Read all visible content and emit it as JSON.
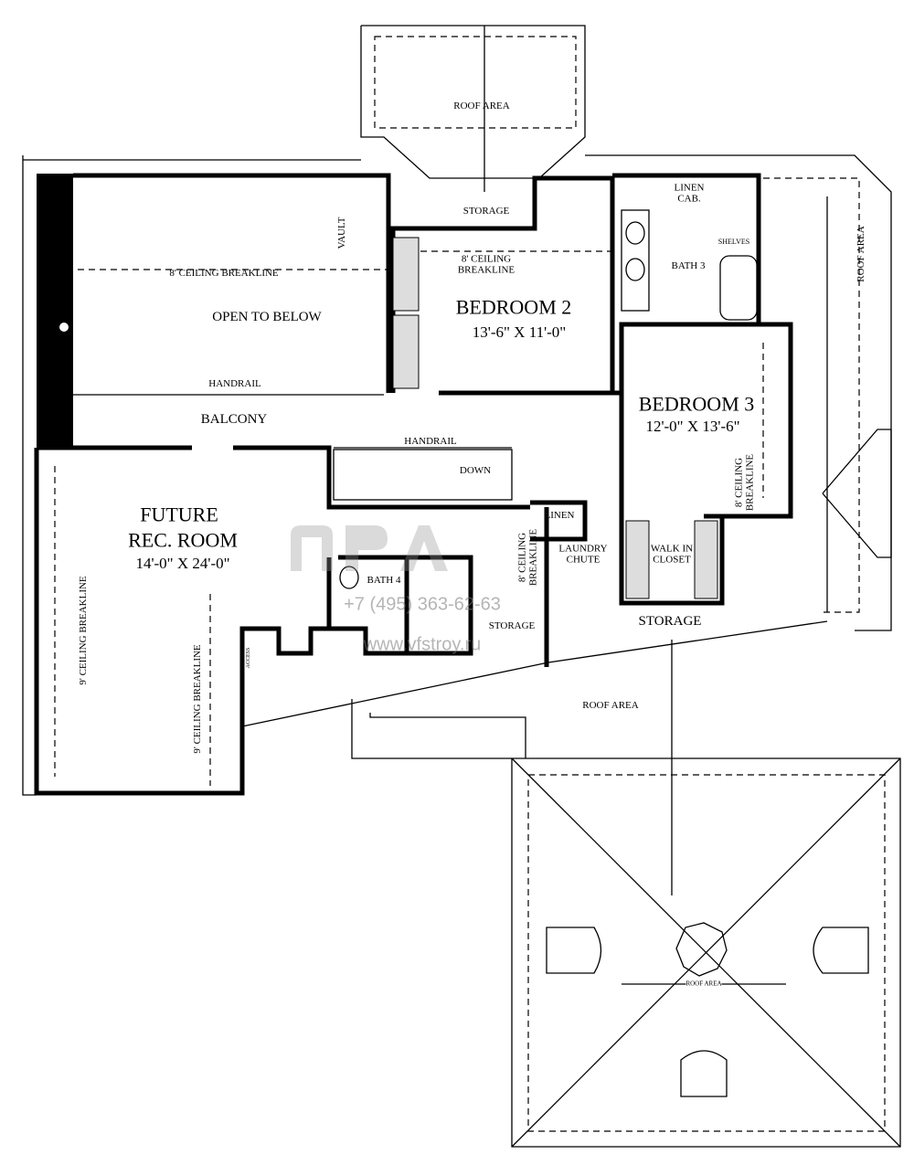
{
  "rooms": {
    "roof_top": "ROOF AREA",
    "storage_top": "STORAGE",
    "ceiling_bedroom2": "8' CEILING BREAKLINE",
    "ceiling_open": "8' CEILING BREAKLINE",
    "vault": "VAULT",
    "open_to_below": "OPEN TO BELOW",
    "handrail_upper": "HANDRAIL",
    "balcony": "BALCONY",
    "handrail_stair": "HANDRAIL",
    "down": "DOWN",
    "bedroom2_name": "BEDROOM 2",
    "bedroom2_size": "13'-6\" X 11'-0\"",
    "linen_cab": "LINEN CAB.",
    "shelves": "SHELVES",
    "bath3": "BATH 3",
    "roof_right": "ROOF AREA",
    "bedroom3_name": "BEDROOM 3",
    "bedroom3_size": "12'-0\" X 13'-6\"",
    "ceiling_bedroom3": "8' CEILING BREAKLINE",
    "rec_name": "FUTURE",
    "rec_name2": "REC. ROOM",
    "rec_size": "14'-0\" X 24'-0\"",
    "ceiling_rec_left": "9' CEILING BREAKLINE",
    "ceiling_rec_inner": "9' CEILING BREAKLINE",
    "access": "ACCESS",
    "bath4": "BATH 4",
    "ceiling_storage": "8' CEILING BREAKLINE",
    "storage_mid": "STORAGE",
    "linen": "LINEN",
    "laundry_chute": "LAUNDRY CHUTE",
    "walk_in_closet": "WALK IN CLOSET",
    "storage_right": "STORAGE",
    "roof_mid": "ROOF AREA",
    "roof_bottom": "ROOF AREA"
  },
  "watermark": {
    "phone": "+7 (495) 363-62-63",
    "url": "www.vfstroy.ru"
  }
}
